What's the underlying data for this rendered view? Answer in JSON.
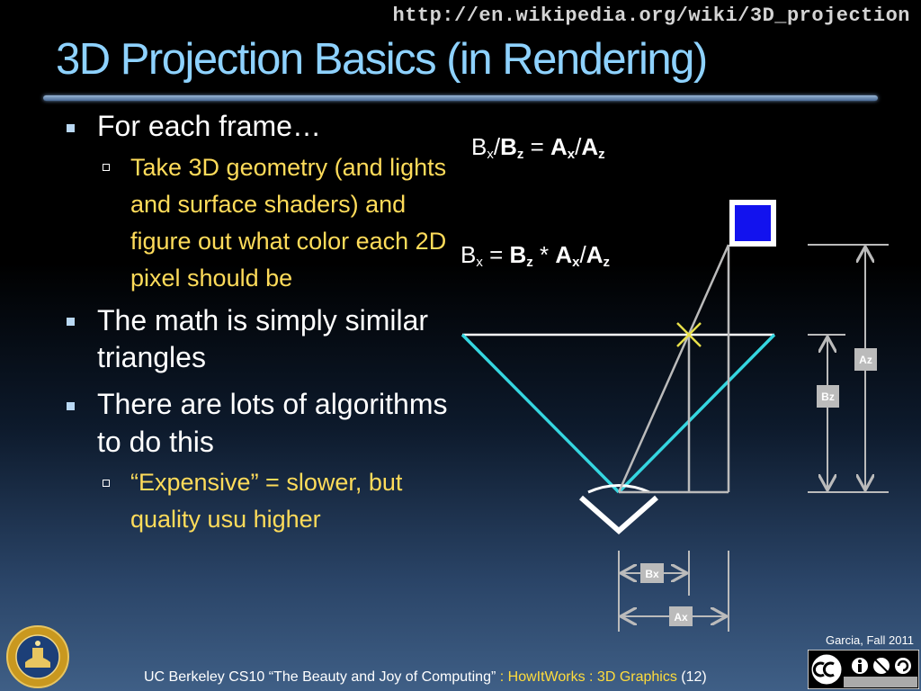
{
  "header": {
    "url": "http://en.wikipedia.org/wiki/3D_projection",
    "title": "3D Projection Basics (in Rendering)"
  },
  "bullets": [
    {
      "text": "For each frame…",
      "sub": [
        "Take 3D geometry (and lights and surface shaders) and figure out what color each 2D pixel should be"
      ]
    },
    {
      "text": "The math is simply similar triangles",
      "sub": []
    },
    {
      "text": "There are lots of algorithms to do this",
      "sub": [
        "“Expensive” = slower, but quality usu higher"
      ]
    }
  ],
  "formula1": {
    "b": "B",
    "bx": "x",
    "slash1": "/",
    "bz_b": "B",
    "bz_z": "z",
    "eq": " = ",
    "a": "A",
    "ax": "x",
    "slash2": "/",
    "az_a": "A",
    "az_z": "z"
  },
  "formula2": {
    "b": "B",
    "bx": "x",
    "eq": " = ",
    "bz_b": "B",
    "bz_z": "z",
    "star": " * ",
    "a": "A",
    "ax": "x",
    "slash": "/",
    "az_a": "A",
    "az_z": "z"
  },
  "diagram": {
    "labels": {
      "az": "Az",
      "bz": "Bz",
      "bx": "Bx",
      "ax": "Ax"
    },
    "colors": {
      "frustum": "#35d6e0",
      "object": "#1212ee",
      "marker": "#e8e04a",
      "guide": "#bbbbbb"
    }
  },
  "footer": {
    "credit": "Garcia, Fall 2011",
    "course": "UC Berkeley CS10 “The Beauty and Joy of Computing” ",
    "topic": ": HowItWorks : 3D Graphics",
    "page": "(12)"
  },
  "icons": [
    "uc-seal-icon",
    "creative-commons-by-nc-sa-icon",
    "square-bullet-icon",
    "hollow-square-bullet-icon"
  ]
}
